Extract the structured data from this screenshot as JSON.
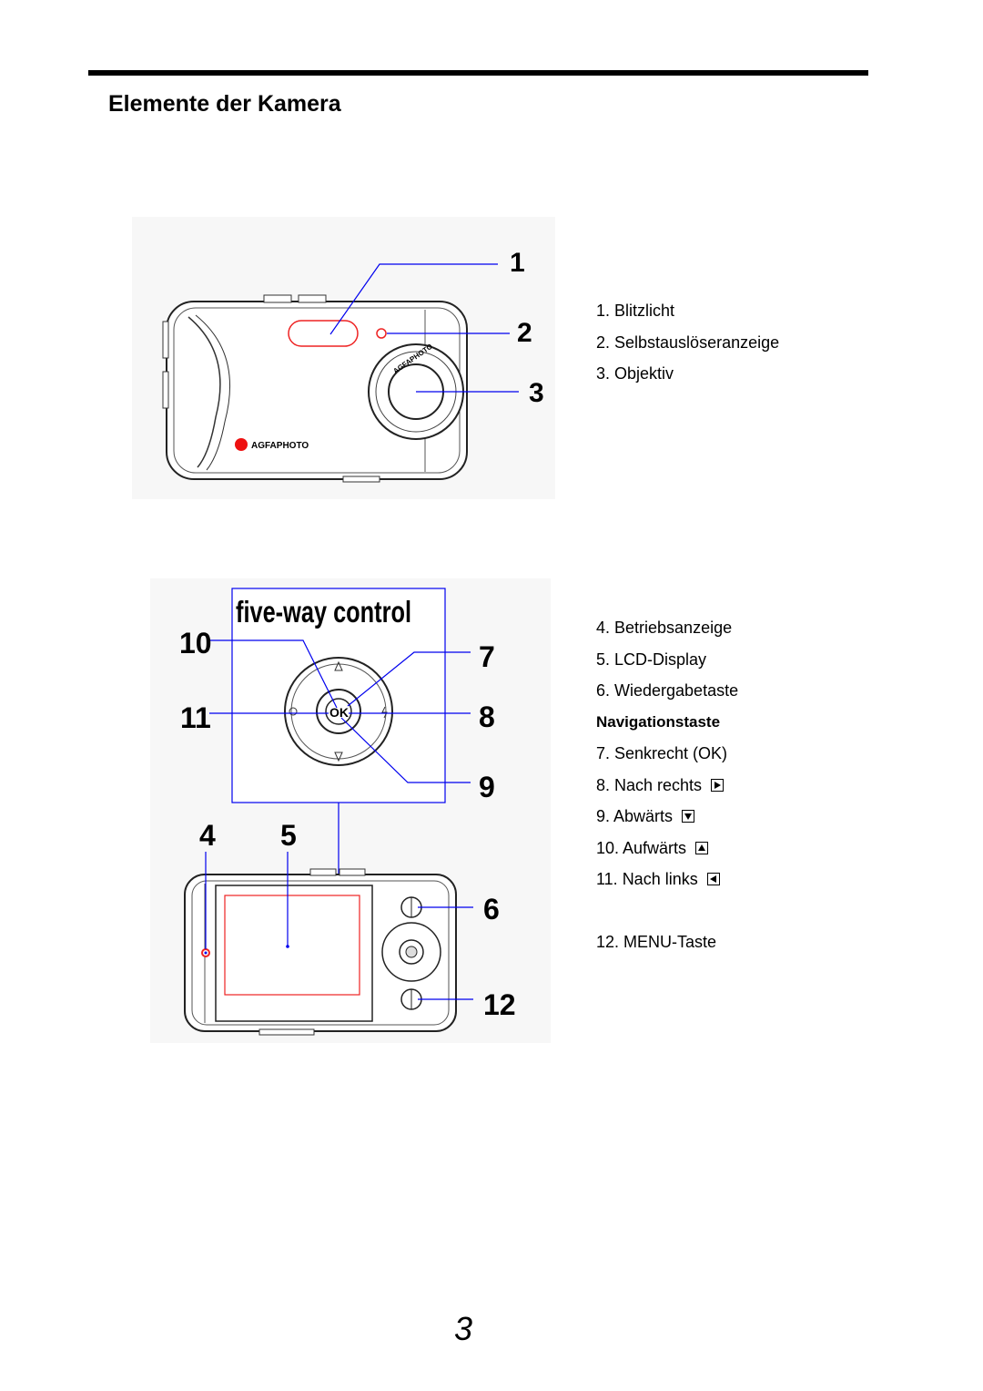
{
  "page": {
    "title": "Elemente der Kamera",
    "page_number": "3"
  },
  "front_view": {
    "callouts": [
      "1",
      "2",
      "3"
    ],
    "brand": "AGFAPHOTO",
    "lens_text": "AGFAPHOTO",
    "labels": [
      "1. Blitzlicht",
      "2. Selbstauslöseranzeige",
      "3. Objektiv"
    ]
  },
  "back_view": {
    "control_title": "five-way control",
    "control_callouts": [
      "10",
      "7",
      "11",
      "8",
      "9"
    ],
    "ok_label": "OK",
    "body_callouts": [
      "4",
      "5",
      "6",
      "12"
    ],
    "labels_top": [
      "4. Betriebsanzeige",
      "5. LCD-Display",
      "6. Wiedergabetaste"
    ],
    "nav_heading": "Navigationstaste",
    "nav_labels": [
      "7. Senkrecht (OK)",
      "8. Nach rechts",
      "9. Abwärts",
      "10. Aufwärts",
      "11. Nach links"
    ],
    "nav_icons": [
      "arrow-right-icon",
      "arrow-down-icon",
      "arrow-up-icon",
      "arrow-left-icon"
    ],
    "menu_label": "12. MENU-Taste"
  },
  "colors": {
    "callout_line": "#0000ee",
    "highlight": "#ee2222",
    "rule": "#000000"
  }
}
